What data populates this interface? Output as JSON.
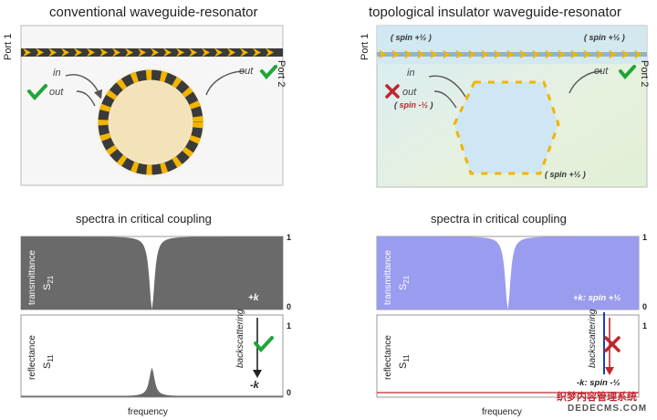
{
  "left": {
    "title": "conventional waveguide-resonator",
    "port1": "Port 1",
    "port2": "Port 2",
    "in_label": "in",
    "out_left_label": "out",
    "out_right_label": "out",
    "spectra_title": "spectra in critical coupling",
    "transmittance_label": "transmittance",
    "s21": "S",
    "s21_sub": "21",
    "reflectance_label": "reflectance",
    "s11": "S",
    "s11_sub": "11",
    "k_pos": "+k",
    "k_neg": "-k",
    "backscattering": "backscattering",
    "frequency": "frequency",
    "tick_top": "1",
    "tick_mid": "0",
    "tick_r1": "1",
    "tick_r0": "0",
    "color_fill": "#6a6a6a"
  },
  "right": {
    "title": "topological insulator waveguide-resonator",
    "port1": "Port 1",
    "port2": "Port 2",
    "spin_tl": "spin +½",
    "spin_tr": "spin +½",
    "spin_left": "spin -½",
    "spin_bottom": "spin +½",
    "in_label": "in",
    "out_left_label": "out",
    "out_right_label": "out",
    "spectra_title": "spectra in critical coupling",
    "transmittance_label": "transmittance",
    "s21": "S",
    "s21_sub": "21",
    "reflectance_label": "reflectance",
    "s11": "S",
    "s11_sub": "11",
    "k_pos": "+k: spin +½",
    "k_neg": "-k: spin -½",
    "backscattering": "backscattering",
    "frequency": "frequency",
    "tick_top": "1",
    "tick_mid": "0",
    "tick_r1": "1",
    "tick_r0": "0",
    "color_fill": "#9a9cef"
  },
  "watermark": {
    "line1": "织梦内容管理系统",
    "line2": "DEDECMS.COM"
  },
  "chart_data": [
    {
      "type": "line",
      "title": "spectra in critical coupling",
      "xlabel": "frequency",
      "ylabel": "transmittance S21",
      "ylim": [
        0,
        1
      ],
      "series": [
        {
          "name": "+k",
          "dip_position": 0.5,
          "min": 0.0
        }
      ]
    },
    {
      "type": "line",
      "xlabel": "frequency",
      "ylabel": "reflectance S11",
      "ylim": [
        0,
        1
      ],
      "series": [
        {
          "name": "-k",
          "peak_position": 0.5,
          "max": 0.35
        }
      ]
    },
    {
      "type": "line",
      "title": "spectra in critical coupling",
      "xlabel": "frequency",
      "ylabel": "transmittance S21",
      "ylim": [
        0,
        1
      ],
      "series": [
        {
          "name": "+k: spin +½",
          "dip_position": 0.5,
          "min": 0.0
        }
      ]
    },
    {
      "type": "line",
      "xlabel": "frequency",
      "ylabel": "reflectance S11",
      "ylim": [
        0,
        1
      ],
      "series": [
        {
          "name": "-k: spin -½",
          "flat": 0.0
        }
      ]
    }
  ]
}
